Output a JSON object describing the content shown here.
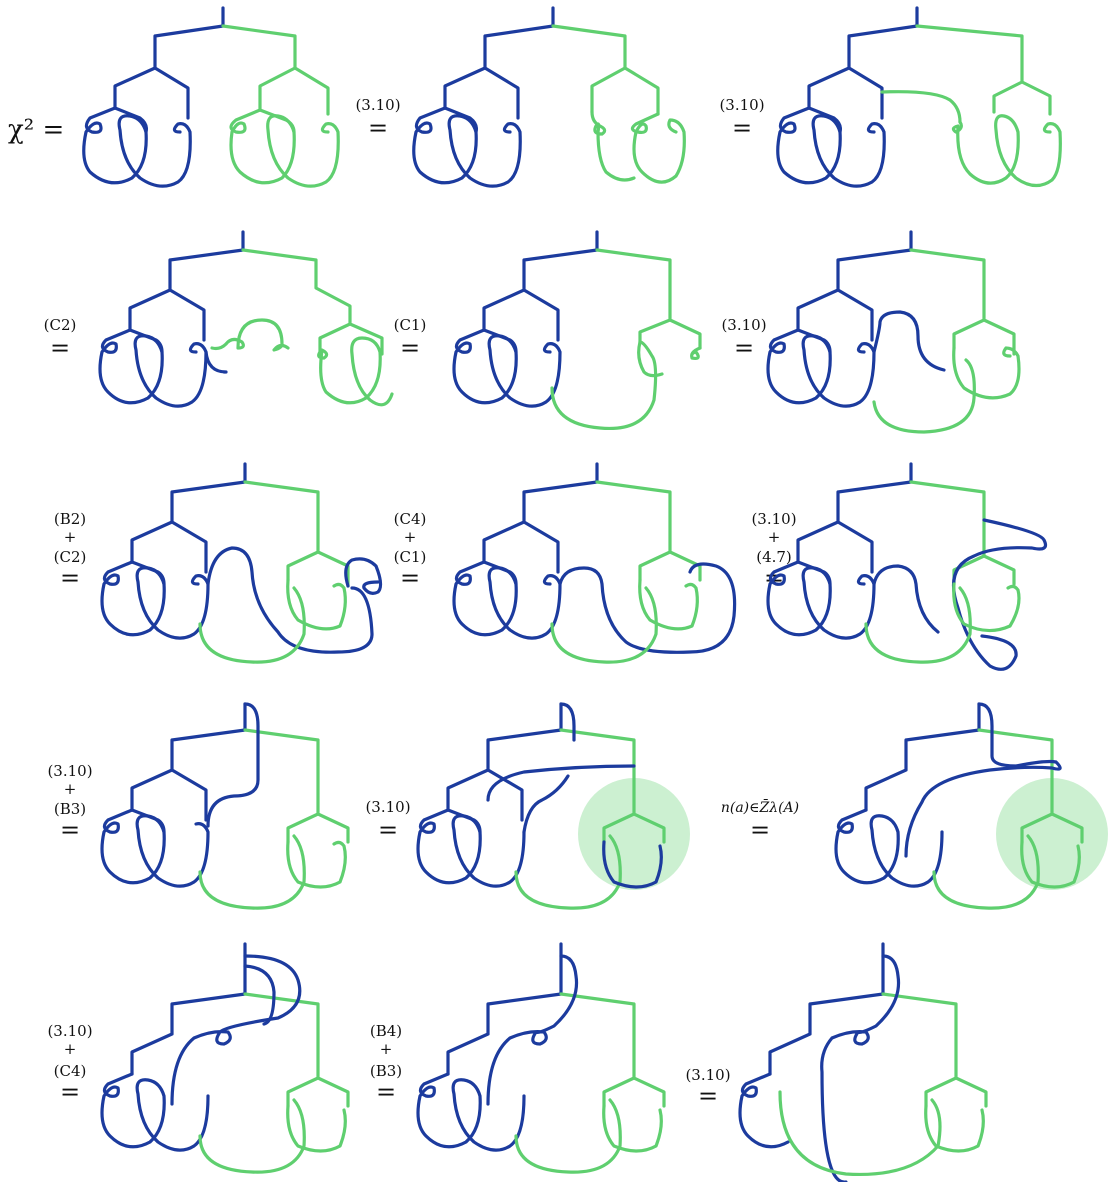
{
  "colors": {
    "blue": "#1c3b9e",
    "green": "#5fcf6f",
    "highlight": "#5fcf6f"
  },
  "lhs": "χ² =",
  "steps": [
    [
      "(3.10)"
    ],
    [
      "(3.10)"
    ],
    [
      "(C2)"
    ],
    [
      "(C1)"
    ],
    [
      "(3.10)"
    ],
    [
      "(B2)",
      "+",
      "(C2)"
    ],
    [
      "(C4)",
      "+",
      "(C1)"
    ],
    [
      "(3.10)",
      "+",
      "(4.7)"
    ],
    [
      "(3.10)",
      "+",
      "(B3)"
    ],
    [
      "(3.10)"
    ],
    [
      "n(a)∈Z̄λ(A)"
    ],
    [
      "(3.10)",
      "+",
      "(C4)"
    ],
    [
      "(B4)",
      "+",
      "(B3)"
    ],
    [
      "(3.10)"
    ]
  ],
  "equals_sign": "="
}
